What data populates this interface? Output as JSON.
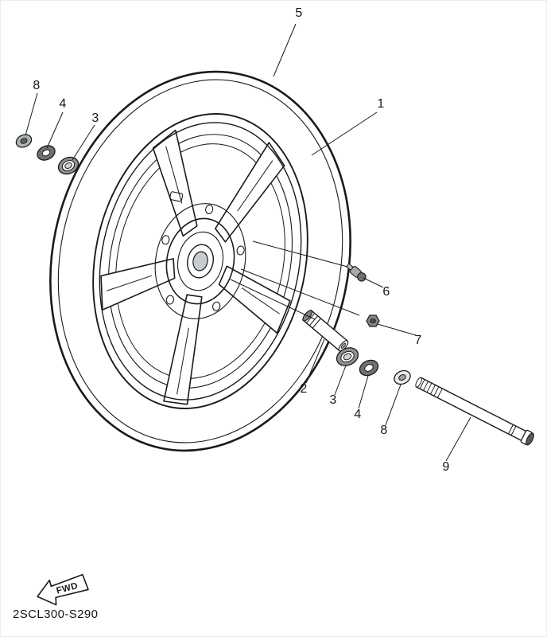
{
  "diagram": {
    "code": "2SCL300-S290",
    "fwd_label": "FWD",
    "line_color": "#1a1a1a",
    "callouts": [
      {
        "label": "5",
        "target": "tire"
      },
      {
        "label": "8",
        "target": "collar-upper"
      },
      {
        "label": "4",
        "target": "oil-seal-upper"
      },
      {
        "label": "3",
        "target": "bearing-upper"
      },
      {
        "label": "1",
        "target": "cast-wheel-rim"
      },
      {
        "label": "6",
        "target": "valve"
      },
      {
        "label": "7",
        "target": "nut"
      },
      {
        "label": "2",
        "target": "spacer-tube"
      },
      {
        "label": "3",
        "target": "bearing-lower"
      },
      {
        "label": "4",
        "target": "oil-seal-lower"
      },
      {
        "label": "8",
        "target": "collar-lower"
      },
      {
        "label": "9",
        "target": "wheel-axle"
      }
    ]
  }
}
